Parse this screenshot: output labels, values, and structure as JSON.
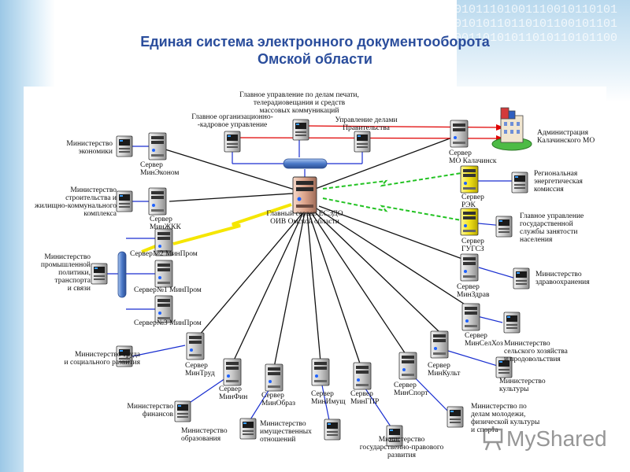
{
  "title": {
    "line1": "Единая система электронного документооборота",
    "line2": "Омской области"
  },
  "background": {
    "binary_text": "0110101011101001110010110101100110101011011010110010110110101001101010110101101011001011"
  },
  "colors": {
    "title": "#2a4d9c",
    "red_link": "#e00000",
    "yellow_link": "#f5e600",
    "green_link": "#22c222",
    "blue_link": "#1a2fd0",
    "bus": "#4a78c8"
  },
  "labels": {
    "top_org": "Главное управление по делам печати,\nтелерадиовещания и средств\nмассовых коммуникаций",
    "org_kadr": "Главное организационно-\n-кадровое управление",
    "upr_delami": "Управление делами\nПравительства",
    "admin_kalach": "Администрация\nКалачинского МО",
    "server_kalach": "Сервер\nМО Калачинск",
    "minekon": "Министерство\nэкономики",
    "server_minekon": "Сервер\nМинЭконом",
    "minstroy": "Министерство\nстроительства и\nжилищно-коммунального\nкомплекса",
    "server_minzhkk": "Сервер\nМинЖКК",
    "main_server": "Главный сервер ЕСЭДО\nОИВ Омской области",
    "rek": "Региональная\nэнергетическая\nкомиссия",
    "server_rek": "Сервер\nРЭК",
    "gugsz": "Главное управление\nгосударственной\nслужбы занятости\nнаселения",
    "server_gugsz": "Сервер\nГУГСЗ",
    "minprom": "Министерство\nпромышленной\nполитики,\nтранспорта\nи связи",
    "server2_minprom": "Сервер№2 МинПром",
    "server1_minprom": "Сервер№1 МинПром",
    "server3_minprom": "Сервер№3 МинПром",
    "minzdrav": "Министерство\nздравоохранения",
    "server_minzdrav": "Сервер\nМинЗдрав",
    "minselhoz": "Министерство\nсельского хозяйства\nи продовольствия",
    "server_minselhoz": "Сервер\nМинСелХоз",
    "mintrud": "Министерство труда\nи социального развития",
    "server_mintrud": "Сервер\nМинТруд",
    "minkult": "Министерство\nкультуры",
    "server_minkult": "Сервер\nМинКульт",
    "minfin": "Министерство\nфинансов",
    "server_minfin": "Сервер\nМинФин",
    "minobr": "Министерство\nобразования",
    "server_minobr": "Сервер\nМинОбраз",
    "minimush": "Министерство\nимущественных\nотношений",
    "server_minimush": "Сервер\nМинИмущ",
    "server_gpr": "Сервер\nМинГПР",
    "gpr": "Министерство\nгосударственно-правового\nразвития",
    "server_minsport": "Сервер\nМинСпорт",
    "minmol": "Министерство по\nделам молодежи,\nфизической культуры\nи спорта"
  },
  "watermark": {
    "text": "MyShared",
    "icon": "presentation-board-icon"
  }
}
